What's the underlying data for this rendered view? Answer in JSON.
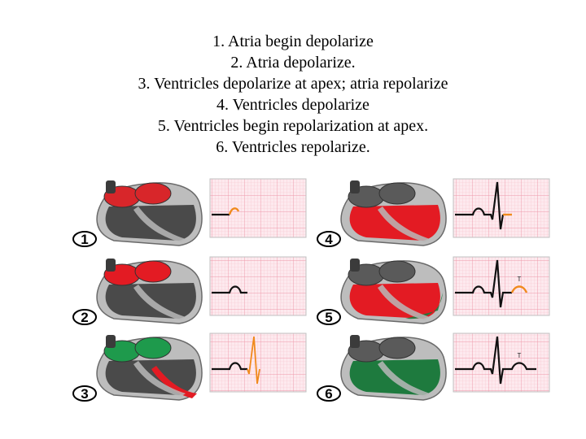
{
  "caption": {
    "lines": [
      "1.  Atria begin depolarize",
      "2. Atria depolarize.",
      "3.  Ventricles depolarize at apex; atria repolarize",
      "4.  Ventricles depolarize",
      "5.  Ventricles begin repolarization at apex.",
      "6.  Ventricles repolarize."
    ]
  },
  "panels": [
    {
      "number": "1",
      "ecg_phase": 1,
      "atria_color": "#d8262a",
      "ventricle_state": "resting"
    },
    {
      "number": "2",
      "ecg_phase": 2,
      "atria_color": "#e31b23",
      "ventricle_state": "resting"
    },
    {
      "number": "3",
      "ecg_phase": 3,
      "atria_color": "#1e9a4c",
      "ventricle_state": "apex-depolarizing"
    },
    {
      "number": "4",
      "ecg_phase": 4,
      "atria_color": "#5a5a5a",
      "ventricle_state": "depolarized"
    },
    {
      "number": "5",
      "ecg_phase": 5,
      "atria_color": "#5a5a5a",
      "ventricle_state": "repolarizing"
    },
    {
      "number": "6",
      "ecg_phase": 6,
      "atria_color": "#5a5a5a",
      "ventricle_state": "repolarized"
    }
  ],
  "colors": {
    "resting": "#4a4a4a",
    "depolarized": "#e31b23",
    "repolarized": "#1e7a3e",
    "ecg_trace": "#111111",
    "ecg_current": "#f08a1c",
    "ecg_grid": "#f4a9b6",
    "ecg_bg": "#fde9ee"
  },
  "ecg_marker_labels": [
    "T"
  ]
}
